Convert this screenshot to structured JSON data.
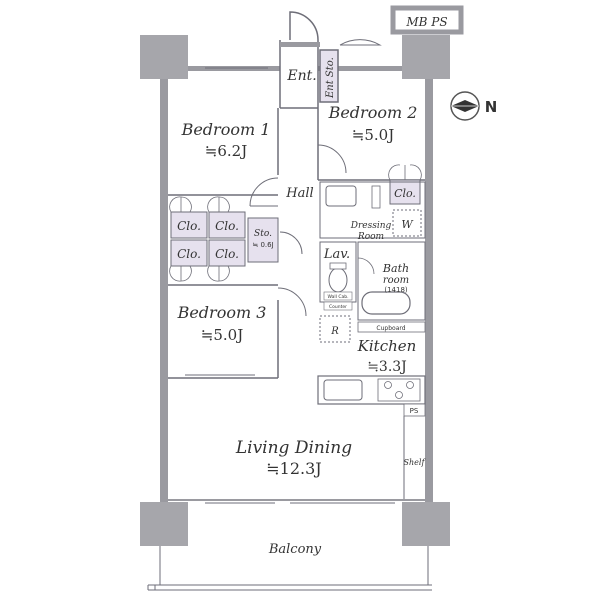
{
  "colors": {
    "wall": "#9a9aa0",
    "column": "#a6a6ab",
    "closet_fill": "#e6e1ee",
    "line": "#6e6e78",
    "text": "#333333"
  },
  "rooms": {
    "bedroom1": {
      "name": "Bedroom 1",
      "area": "≒6.2J"
    },
    "bedroom2": {
      "name": "Bedroom 2",
      "area": "≒5.0J"
    },
    "bedroom3": {
      "name": "Bedroom 3",
      "area": "≒5.0J"
    },
    "kitchen": {
      "name": "Kitchen",
      "area": "≒3.3J"
    },
    "living": {
      "name": "Living Dining",
      "area": "≒12.3J"
    },
    "balcony": {
      "name": "Balcony"
    },
    "hall": {
      "name": "Hall"
    },
    "entrance": {
      "name": "Ent."
    },
    "entrance_storage": {
      "name": "Ent Sto."
    },
    "storage": {
      "name": "Sto.",
      "area": "≒ 0.6J"
    },
    "dressing": {
      "name_line1": "Dressing",
      "name_line2": "Room"
    },
    "bathroom": {
      "name_line1": "Bath",
      "name_line2": "room",
      "size": "(1418)"
    },
    "lavatory": {
      "name": "Lav."
    },
    "mbps": {
      "name": "MB PS"
    }
  },
  "labels": {
    "closet": "Clo.",
    "washer": "W",
    "refrigerator": "R",
    "cupboard": "Cupboard",
    "shelf": "Shelf",
    "ps": "PS",
    "counter": "Counter",
    "wall_cab": "Wall Cab."
  },
  "compass": {
    "letter": "N"
  }
}
